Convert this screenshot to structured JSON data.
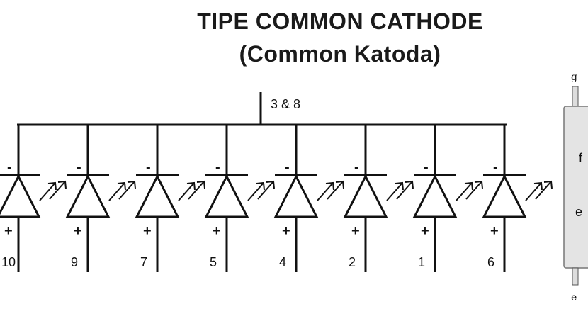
{
  "title": {
    "line1": "TIPE COMMON CATHODE",
    "line2": "(Common Katoda)"
  },
  "common_pin_label": "3 & 8",
  "segments": [
    {
      "pin": "10",
      "minus": "-",
      "plus": "+"
    },
    {
      "pin": "9",
      "minus": "-",
      "plus": "+"
    },
    {
      "pin": "7",
      "minus": "-",
      "plus": "+"
    },
    {
      "pin": "5",
      "minus": "-",
      "plus": "+"
    },
    {
      "pin": "4",
      "minus": "-",
      "plus": "+"
    },
    {
      "pin": "2",
      "minus": "-",
      "plus": "+"
    },
    {
      "pin": "1",
      "minus": "-",
      "plus": "+"
    },
    {
      "pin": "6",
      "minus": "-",
      "plus": "+"
    }
  ],
  "display_inset": {
    "top_pin": "g",
    "bottom_pin": "e",
    "segment_f": "f",
    "segment_e": "e"
  },
  "colors": {
    "line": "#111111",
    "inset_body": "#e4e4e4"
  }
}
